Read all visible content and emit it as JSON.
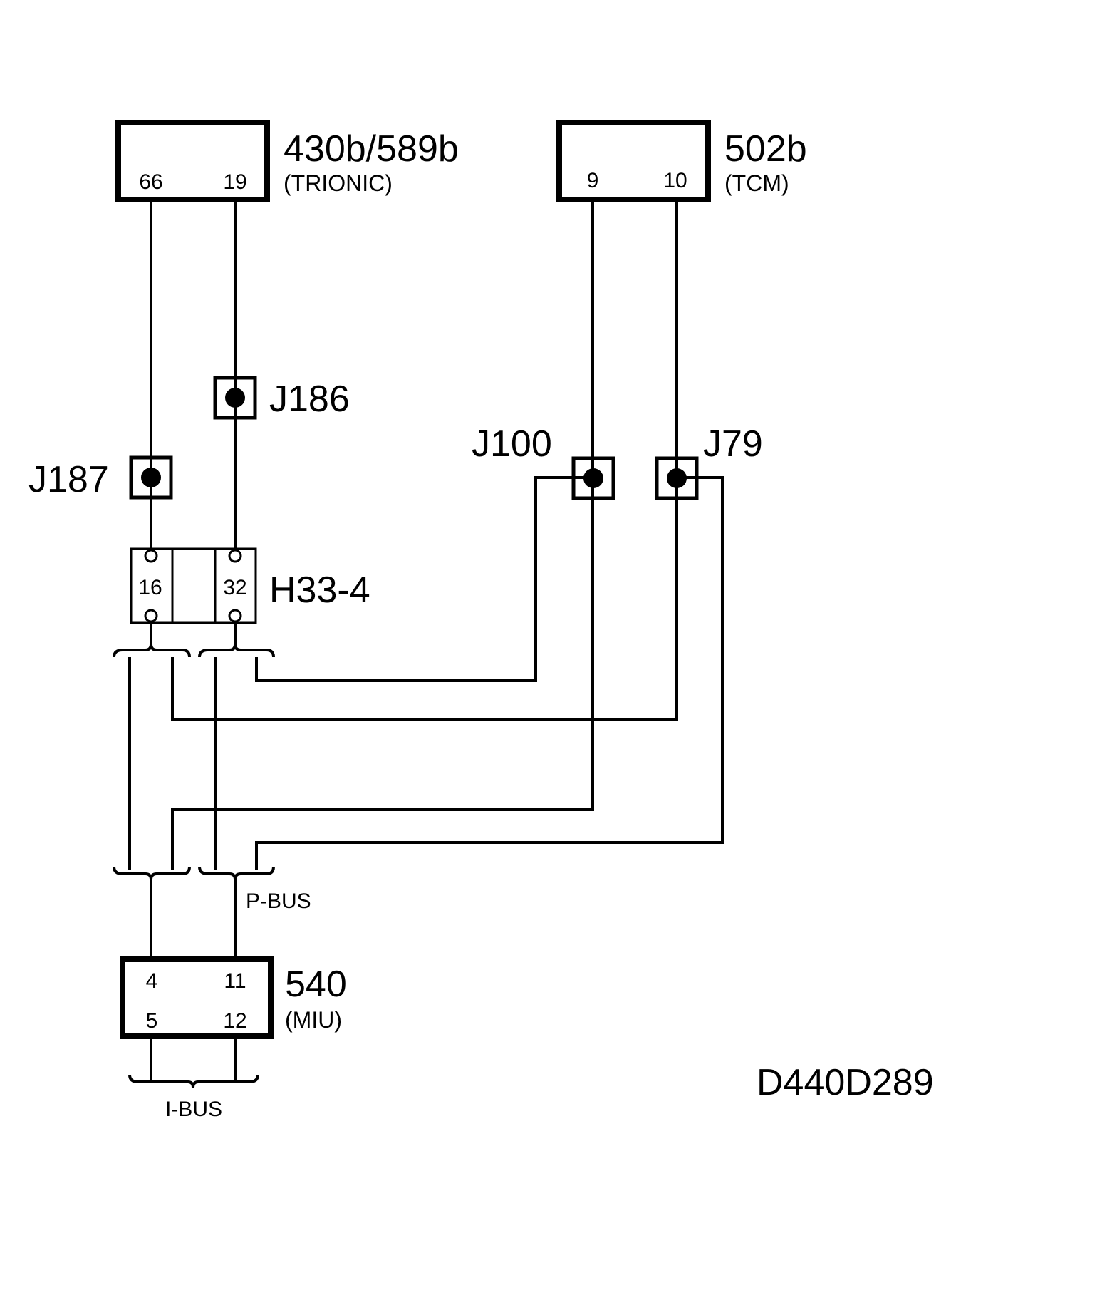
{
  "components": {
    "trionic": {
      "id": "430b/589b",
      "desc": "(TRIONIC)",
      "pins": [
        "66",
        "19"
      ]
    },
    "tcm": {
      "id": "502b",
      "desc": "(TCM)",
      "pins": [
        "9",
        "10"
      ]
    },
    "miu": {
      "id": "540",
      "desc": "(MIU)",
      "pins": [
        "4",
        "11",
        "5",
        "12"
      ]
    }
  },
  "splices": {
    "j186": "J186",
    "j187": "J187",
    "j100": "J100",
    "j79": "J79"
  },
  "connector": {
    "id": "H33-4",
    "pins": [
      "16",
      "32"
    ]
  },
  "buses": {
    "pbus": "P-BUS",
    "ibus": "I-BUS"
  },
  "figure_code": "D440D289"
}
